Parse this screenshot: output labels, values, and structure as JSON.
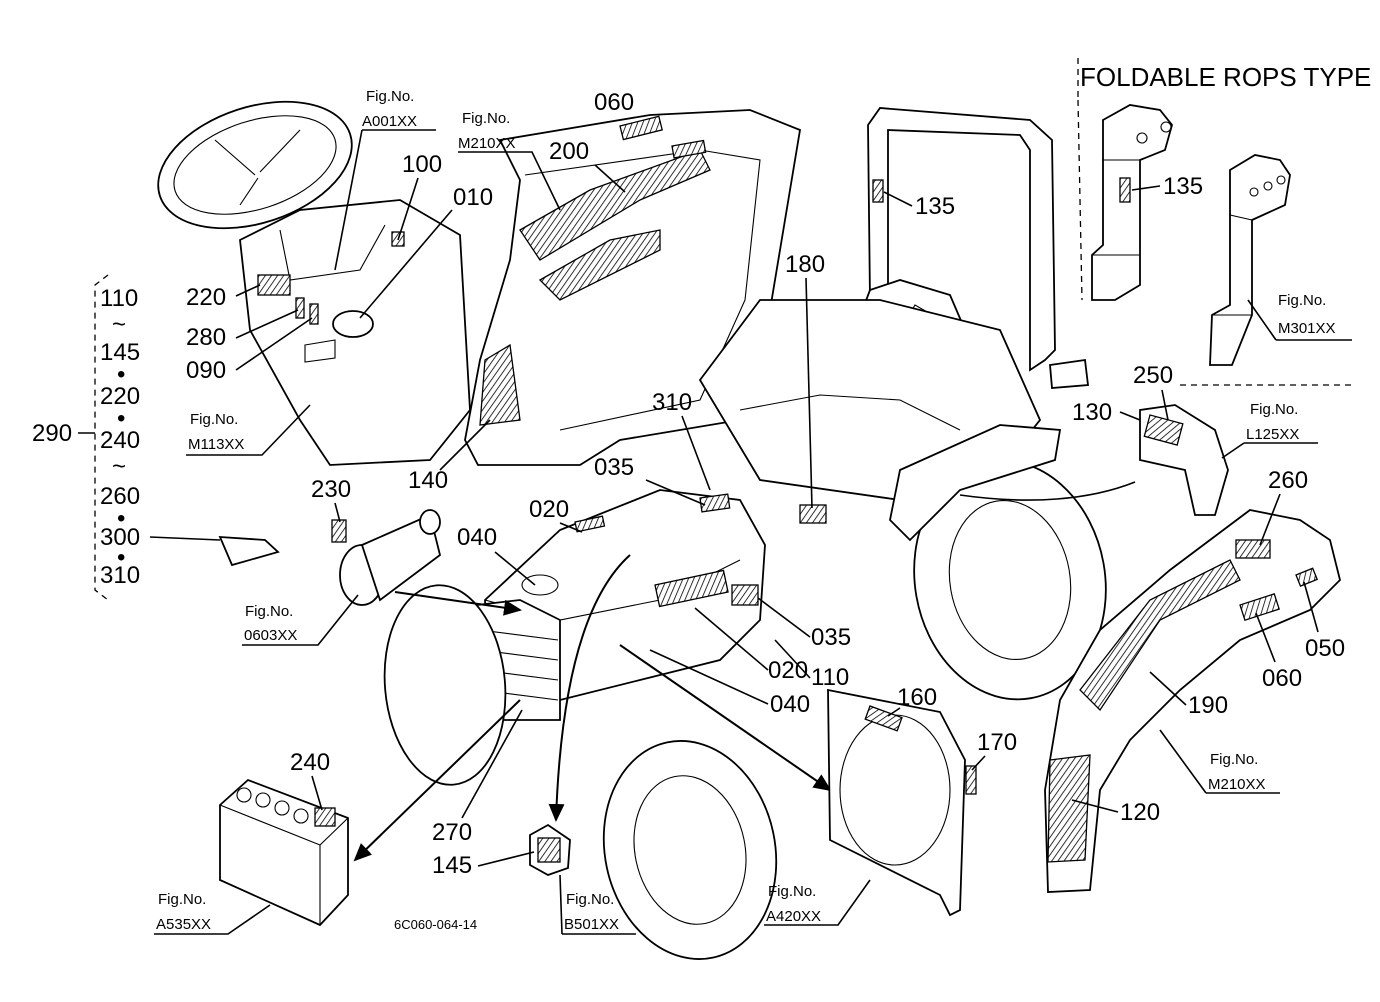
{
  "inset": {
    "title": "FOLDABLE ROPS TYPE",
    "label_135": "135",
    "fig_caption": "Fig.No.",
    "fig_ref": "M301XX"
  },
  "fig_refs": {
    "caption": "Fig.No.",
    "a001": "A001XX",
    "m210_top": "M210XX",
    "m113": "M113XX",
    "l125": "L125XX",
    "f0603": "0603XX",
    "m210_right": "M210XX",
    "a535": "A535XX",
    "b501": "B501XX",
    "a420": "A420XX"
  },
  "group_290": {
    "label": "290",
    "items": [
      "110",
      "~",
      "145",
      "•",
      "220",
      "•",
      "240",
      "~",
      "260",
      "•",
      "300",
      "•",
      "310"
    ]
  },
  "part_labels": {
    "p060_top": "060",
    "p200": "200",
    "p100": "100",
    "p010": "010",
    "p135": "135",
    "p180": "180",
    "p220": "220",
    "p280": "280",
    "p090": "090",
    "p140": "140",
    "p310": "310",
    "p035_top": "035",
    "p250": "250",
    "p130": "130",
    "p230": "230",
    "p020_top": "020",
    "p040_top": "040",
    "p260": "260",
    "p035_bottom": "035",
    "p050": "050",
    "p060_right": "060",
    "p020_bottom": "020",
    "p110": "110",
    "p040_bottom": "040",
    "p160": "160",
    "p190": "190",
    "p170": "170",
    "p240": "240",
    "p120": "120",
    "p270": "270",
    "p145": "145"
  },
  "drawing_number": "6C060-064-14"
}
